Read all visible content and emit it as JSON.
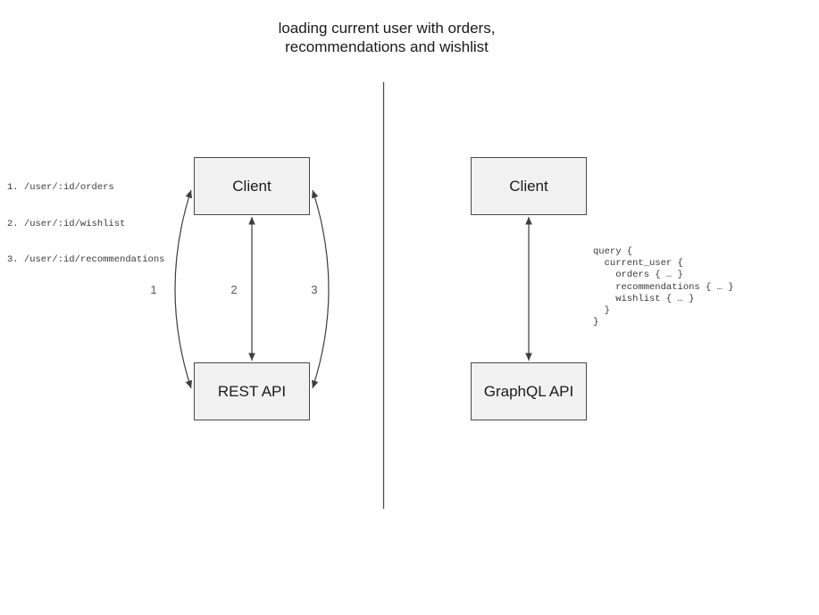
{
  "title": {
    "line1": "loading current user with orders,",
    "line2": "recommendations and wishlist"
  },
  "rest_panel": {
    "client_label": "Client",
    "api_label": "REST API",
    "endpoints": [
      "1. /user/:id/orders",
      "2. /user/:id/wishlist",
      "3. /user/:id/recommendations"
    ],
    "arrow_labels": [
      "1",
      "2",
      "3"
    ]
  },
  "graphql_panel": {
    "client_label": "Client",
    "api_label": "GraphQL API",
    "query": "query {\n  current_user {\n    orders { … }\n    recommendations { … }\n    wishlist { … }\n  }\n}"
  },
  "colors": {
    "background": "#ffffff",
    "box_fill": "#f1f1f1",
    "box_border": "#4a4a4a",
    "connector": "#3d3d3d",
    "number_label": "#595959",
    "code_text": "#3a3a3a",
    "title_text": "#1a1a1a"
  }
}
